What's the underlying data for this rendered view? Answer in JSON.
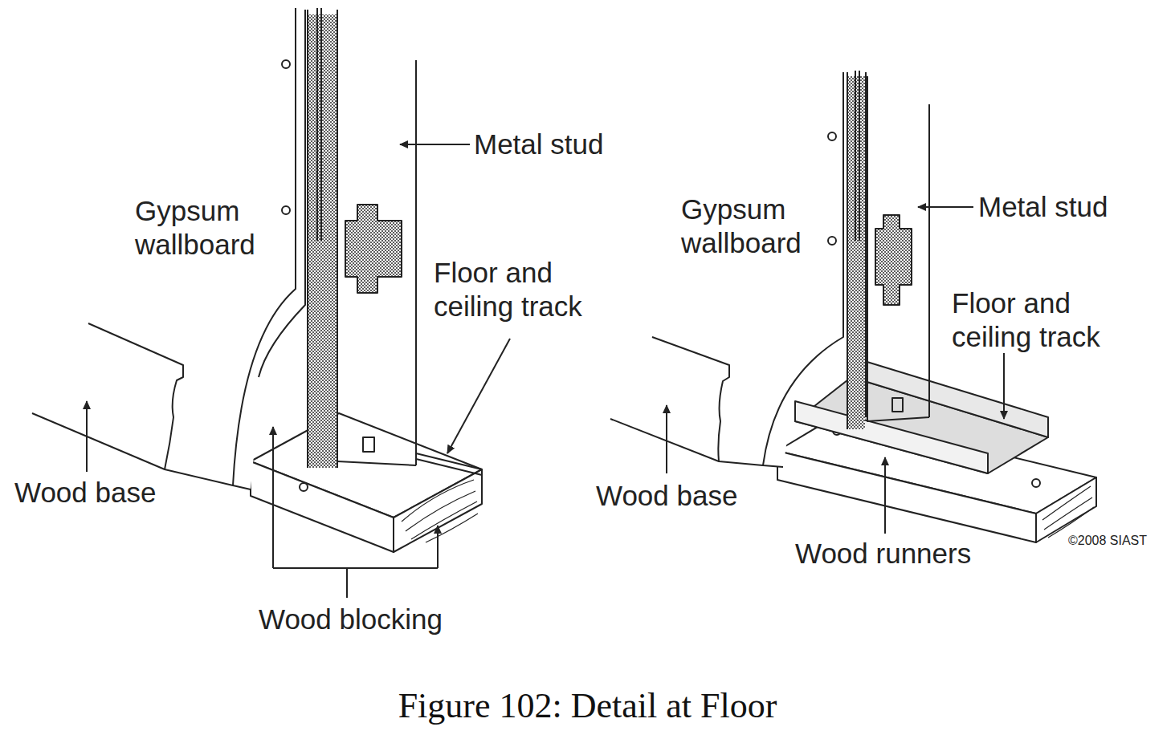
{
  "diagram": {
    "caption": "Figure 102: Detail at Floor",
    "labels": [
      "Metal stud",
      "Gypsum wallboard",
      "Floor and ceiling track",
      "Wood base",
      "Wood blocking",
      "Gypsum wallboard",
      "Metal stud",
      "Floor and ceiling track",
      "Wood base",
      "Wood runners",
      "©2008 SIAST"
    ]
  }
}
